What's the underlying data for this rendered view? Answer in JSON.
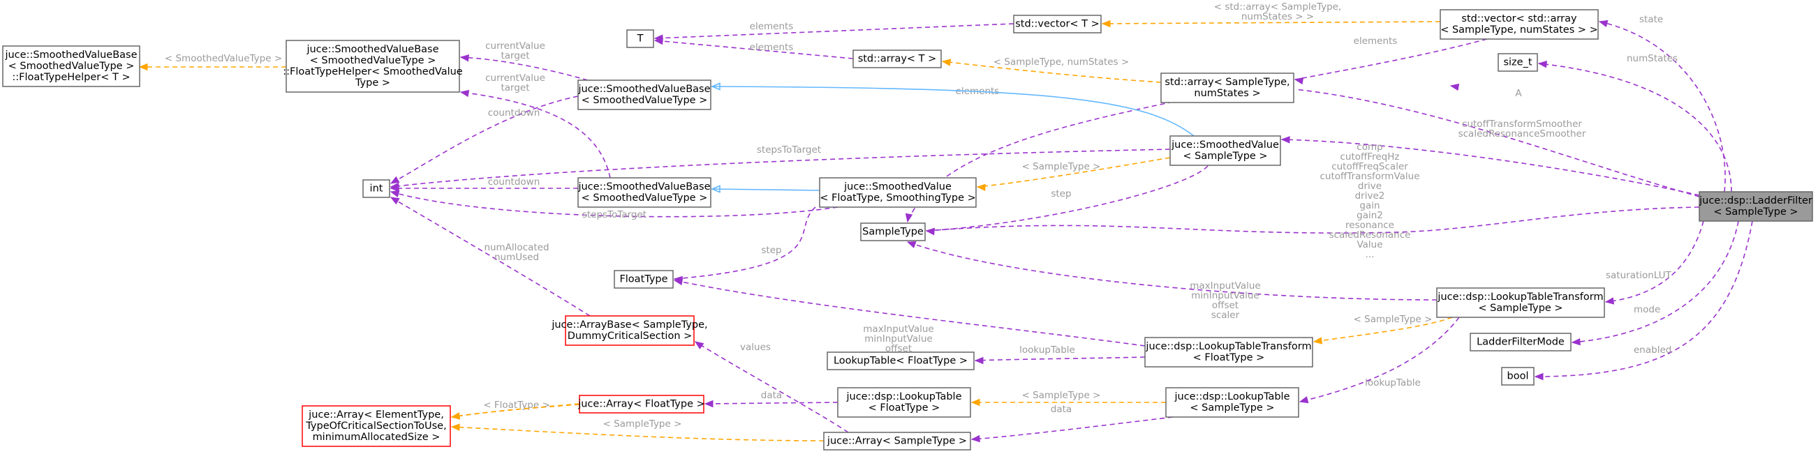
{
  "nodes": [
    {
      "id": "ladder",
      "lines": [
        "juce::dsp::LadderFilter",
        "< SampleType >"
      ],
      "highlight": true
    },
    {
      "id": "smoothedFloatTypeHelper",
      "lines": [
        "juce::SmoothedValueBase",
        "< SmoothedValueType >",
        "::FloatTypeHelper< T >"
      ]
    },
    {
      "id": "floatTypeHelperSpec",
      "lines": [
        "juce::SmoothedValueBase",
        "< SmoothedValueType >",
        "::FloatTypeHelper< SmoothedValue",
        "Type >"
      ]
    },
    {
      "id": "T",
      "lines": [
        "T"
      ]
    },
    {
      "id": "vectorT",
      "lines": [
        "std::vector< T >"
      ]
    },
    {
      "id": "arrayT",
      "lines": [
        "std::array< T >"
      ]
    },
    {
      "id": "vectorArray",
      "lines": [
        "std::vector< std::array",
        "< SampleType, numStates > >"
      ]
    },
    {
      "id": "sizeT",
      "lines": [
        "size_t"
      ]
    },
    {
      "id": "arraySample",
      "lines": [
        "std::array< SampleType,",
        "numStates >"
      ]
    },
    {
      "id": "smoothedBase1",
      "lines": [
        "juce::SmoothedValueBase",
        "< SmoothedValueType >"
      ]
    },
    {
      "id": "smoothedValueSample",
      "lines": [
        "juce::SmoothedValue",
        "< SampleType >"
      ]
    },
    {
      "id": "int",
      "lines": [
        "int"
      ]
    },
    {
      "id": "smoothedBase2",
      "lines": [
        "juce::SmoothedValueBase",
        "< SmoothedValueType >"
      ]
    },
    {
      "id": "smoothedValueFloat",
      "lines": [
        "juce::SmoothedValue",
        "< FloatType, SmoothingType >"
      ]
    },
    {
      "id": "sampleType",
      "lines": [
        "SampleType"
      ]
    },
    {
      "id": "floatType",
      "lines": [
        "FloatType"
      ]
    },
    {
      "id": "arrayBase",
      "lines": [
        "juce::ArrayBase< SampleType,",
        "DummyCriticalSection >"
      ],
      "red": true
    },
    {
      "id": "lutTransformSample",
      "lines": [
        "juce::dsp::LookupTableTransform",
        "< SampleType >"
      ]
    },
    {
      "id": "ladderMode",
      "lines": [
        "LadderFilterMode"
      ]
    },
    {
      "id": "lookupTableFloat",
      "lines": [
        "LookupTable< FloatType >"
      ]
    },
    {
      "id": "lutTransformFloat",
      "lines": [
        "juce::dsp::LookupTableTransform",
        "< FloatType >"
      ]
    },
    {
      "id": "bool",
      "lines": [
        "bool"
      ]
    },
    {
      "id": "arrayElement",
      "lines": [
        "juce::Array< ElementType,",
        "TypeOfCriticalSectionToUse,",
        "minimumAllocatedSize >"
      ],
      "red": true
    },
    {
      "id": "arrayFloat",
      "lines": [
        "juce::Array< FloatType >"
      ],
      "red": true
    },
    {
      "id": "dspLookupFloat",
      "lines": [
        "juce::dsp::LookupTable",
        "< FloatType >"
      ]
    },
    {
      "id": "dspLookupSample",
      "lines": [
        "juce::dsp::LookupTable",
        "< SampleType >"
      ]
    },
    {
      "id": "arraySampleType",
      "lines": [
        "juce::Array< SampleType >"
      ]
    }
  ],
  "edges": [
    {
      "id": "e1",
      "color": "orange",
      "lines": [
        "< SmoothedValueType >"
      ]
    },
    {
      "id": "e2",
      "color": "purple",
      "lines": [
        "currentValue",
        "target"
      ]
    },
    {
      "id": "e3",
      "color": "purple",
      "lines": [
        "currentValue",
        "target"
      ]
    },
    {
      "id": "e4",
      "color": "purple",
      "lines": [
        "elements"
      ]
    },
    {
      "id": "e5",
      "color": "purple",
      "lines": [
        "elements"
      ]
    },
    {
      "id": "e6",
      "color": "orange",
      "lines": [
        "< std::array< SampleType,",
        "numStates > >"
      ]
    },
    {
      "id": "e7",
      "color": "purple",
      "lines": [
        "elements"
      ]
    },
    {
      "id": "e8",
      "color": "orange",
      "lines": [
        "< SampleType, numStates >"
      ]
    },
    {
      "id": "e9",
      "color": "purple",
      "lines": [
        "state"
      ]
    },
    {
      "id": "e10",
      "color": "purple",
      "lines": [
        "numStates"
      ]
    },
    {
      "id": "e11",
      "color": "purple",
      "lines": [
        "A"
      ]
    },
    {
      "id": "e12",
      "color": "purple",
      "lines": [
        "elements"
      ]
    },
    {
      "id": "e13",
      "color": "blue",
      "lines": []
    },
    {
      "id": "e14",
      "color": "purple",
      "lines": [
        "countdown"
      ]
    },
    {
      "id": "e15",
      "color": "purple",
      "lines": [
        "stepsToTarget"
      ]
    },
    {
      "id": "e16",
      "color": "purple",
      "lines": [
        "countdown"
      ]
    },
    {
      "id": "e17",
      "color": "purple",
      "lines": [
        "stepsToTarget"
      ]
    },
    {
      "id": "e18",
      "color": "blue",
      "lines": []
    },
    {
      "id": "e19",
      "color": "orange",
      "lines": [
        "< SampleType >"
      ]
    },
    {
      "id": "e20",
      "color": "purple",
      "lines": [
        "cutoffTransformSmoother",
        "scaledResonanceSmoother"
      ]
    },
    {
      "id": "e21",
      "color": "purple",
      "lines": [
        "step"
      ]
    },
    {
      "id": "e22",
      "color": "purple",
      "lines": [
        "comp",
        "cutoffFreqHz",
        "cutoffFreqScaler",
        "cutoffTransformValue",
        "drive",
        "drive2",
        "gain",
        "gain2",
        "resonance",
        "scaledResonance",
        "Value",
        "..."
      ]
    },
    {
      "id": "e23",
      "color": "purple",
      "lines": [
        "numAllocated",
        "numUsed"
      ]
    },
    {
      "id": "e24",
      "color": "purple",
      "lines": [
        "step"
      ]
    },
    {
      "id": "e25",
      "color": "purple",
      "lines": [
        "maxInputValue",
        "minInputValue",
        "offset",
        "scaler"
      ]
    },
    {
      "id": "e26",
      "color": "purple",
      "lines": [
        "maxInputValue",
        "minInputValue",
        "offset",
        "scaler"
      ]
    },
    {
      "id": "e27",
      "color": "purple",
      "lines": [
        "saturationLUT"
      ]
    },
    {
      "id": "e28",
      "color": "orange",
      "lines": [
        "< SampleType >"
      ]
    },
    {
      "id": "e29",
      "color": "purple",
      "lines": [
        "mode"
      ]
    },
    {
      "id": "e30",
      "color": "purple",
      "lines": [
        "lookupTable"
      ]
    },
    {
      "id": "e31",
      "color": "purple",
      "lines": [
        "lookupTable"
      ]
    },
    {
      "id": "e32",
      "color": "purple",
      "lines": [
        "enabled"
      ]
    },
    {
      "id": "e33",
      "color": "purple",
      "lines": [
        "values"
      ]
    },
    {
      "id": "e34",
      "color": "orange",
      "lines": [
        "< FloatType >"
      ]
    },
    {
      "id": "e35",
      "color": "purple",
      "lines": [
        "data"
      ]
    },
    {
      "id": "e36",
      "color": "orange",
      "lines": [
        "< SampleType >"
      ]
    },
    {
      "id": "e37",
      "color": "orange",
      "lines": [
        "< FloatType >"
      ]
    },
    {
      "id": "e38",
      "color": "purple",
      "lines": [
        "data"
      ]
    },
    {
      "id": "e39",
      "color": "orange",
      "lines": [
        "< SampleType >"
      ]
    }
  ]
}
